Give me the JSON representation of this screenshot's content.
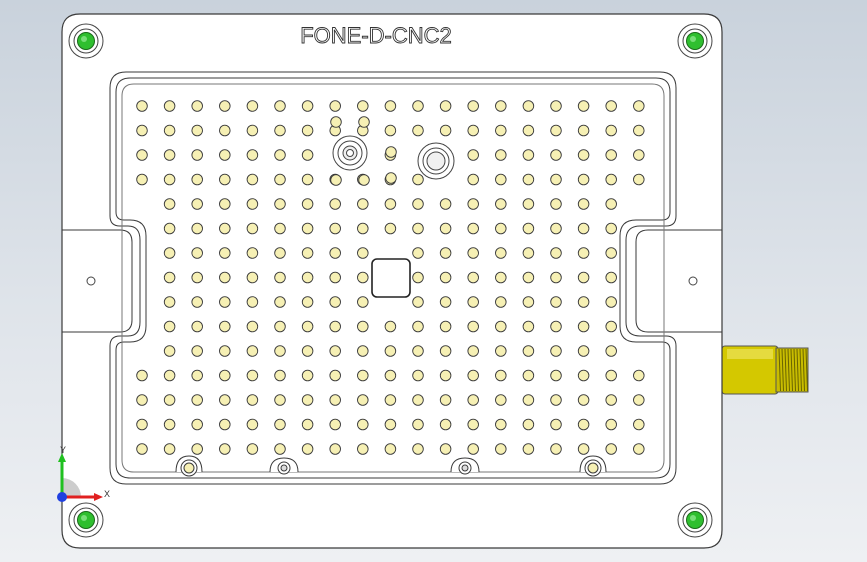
{
  "model": {
    "engraved_label": "FONE-D-CNC2"
  },
  "triad": {
    "x_label": "X",
    "y_label": "Y"
  },
  "colors": {
    "background_top": "#c9d2dc",
    "background_bottom": "#eef0f3",
    "plate_fill": "#ffffff",
    "edge_line": "#3a3a3a",
    "hole_fill": "#f6f0b4",
    "screw_green": "#2fbf2f",
    "fitting_yellow": "#d4c800",
    "axis_x": "#e02020",
    "axis_y": "#20c020",
    "axis_z": "#2040e0"
  },
  "icons": {
    "mount_screws": "green-screw-icon",
    "triad": "coordinate-triad-icon",
    "fitting": "threaded-fitting-icon"
  }
}
